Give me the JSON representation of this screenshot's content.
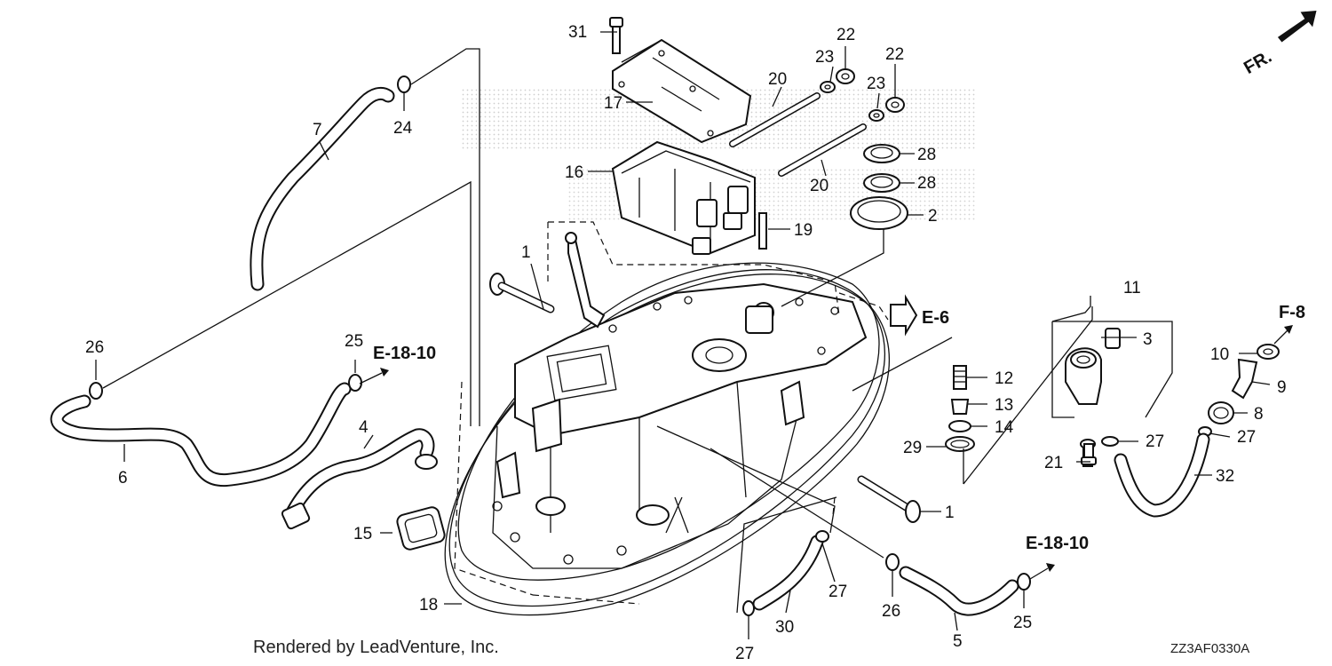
{
  "diagram": {
    "orientation_label": "FR.",
    "part_labels": {
      "p1a": "1",
      "p1b": "1",
      "p2": "2",
      "p3": "3",
      "p4": "4",
      "p5": "5",
      "p6": "6",
      "p7": "7",
      "p8": "8",
      "p9": "9",
      "p10": "10",
      "p11": "11",
      "p12": "12",
      "p13": "13",
      "p14": "14",
      "p15": "15",
      "p16": "16",
      "p17": "17",
      "p18": "18",
      "p19": "19",
      "p20a": "20",
      "p20b": "20",
      "p21": "21",
      "p22a": "22",
      "p22b": "22",
      "p23a": "23",
      "p23b": "23",
      "p24": "24",
      "p25a": "25",
      "p25b": "25",
      "p26a": "26",
      "p26b": "26",
      "p27a": "27",
      "p27b": "27",
      "p27c": "27",
      "p27d": "27",
      "p28a": "28",
      "p28b": "28",
      "p29": "29",
      "p30": "30",
      "p31": "31",
      "p32": "32"
    },
    "references": {
      "e6": "E-6",
      "e18_left": "E-18-10",
      "e18_right": "E-18-10",
      "f8": "F-8"
    },
    "credit": "Rendered by LeadVenture, Inc.",
    "diagram_code": "ZZ3AF0330A"
  }
}
